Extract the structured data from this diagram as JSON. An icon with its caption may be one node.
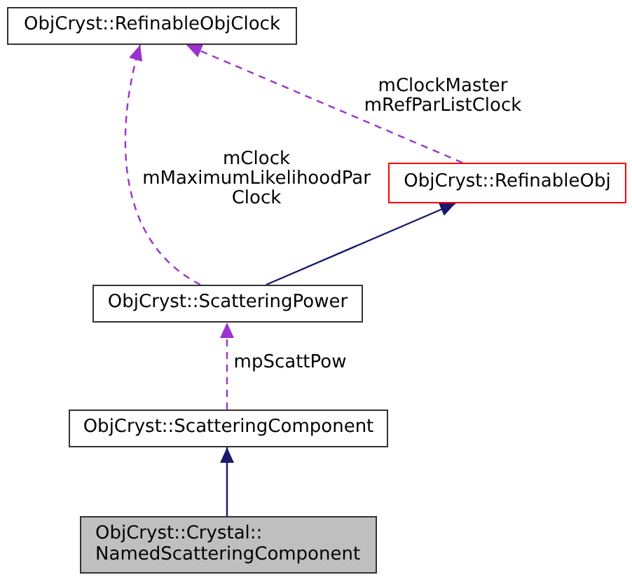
{
  "diagram": {
    "nodes": [
      {
        "text": [
          "ObjCryst::RefinableObjClock"
        ]
      },
      {
        "text": [
          "ObjCryst::RefinableObj"
        ]
      },
      {
        "text": [
          "ObjCryst::ScatteringPower"
        ]
      },
      {
        "text": [
          "ObjCryst::ScatteringComponent"
        ]
      },
      {
        "text": [
          "ObjCryst::Crystal:: NamedScatteringComponent"
        ]
      }
    ],
    "edges": [
      {
        "from": 2,
        "to": 0,
        "arrow": "to",
        "label": "mClock mMaximumLikelihoodPar Clock",
        "style": "dashed"
      },
      {
        "from": 1,
        "to": 0,
        "arrow": "to",
        "label": "mClockMaster mRefParListClock",
        "style": "dashed"
      },
      {
        "from": 2,
        "to": 1,
        "arrow": "to",
        "color": "#191970"
      },
      {
        "from": 3,
        "to": 2,
        "arrow": "to",
        "label": "mpScattPow",
        "style": "dashed"
      },
      {
        "from": 4,
        "to": 3,
        "arrow": "to",
        "color": "#191970"
      }
    ]
  }
}
